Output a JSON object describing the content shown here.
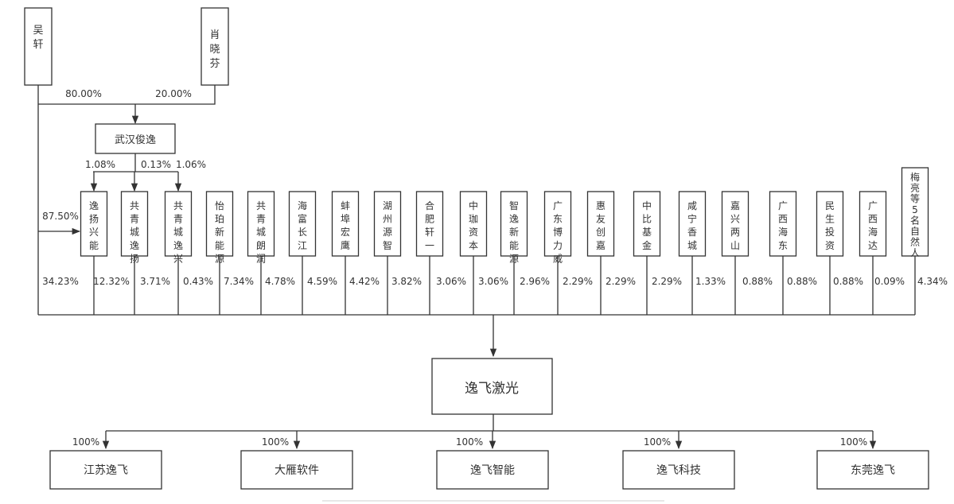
{
  "owners": {
    "wu": {
      "name": [
        "吴",
        "轩"
      ],
      "pct": "80.00%"
    },
    "xiao": {
      "name": [
        "肖",
        "晓",
        "芬"
      ],
      "pct": "20.00%"
    }
  },
  "wuhan": {
    "name": "武汉俊逸",
    "pcts": [
      "1.08%",
      "0.13%",
      "1.06%"
    ]
  },
  "wu_direct": {
    "pct_to_yiyang": "87.50%",
    "pct_to_company": "34.23%"
  },
  "shareholders": [
    {
      "name": [
        "逸",
        "扬",
        "兴",
        "能"
      ],
      "pct": "12.32%"
    },
    {
      "name": [
        "共",
        "青",
        "城",
        "逸",
        "扬"
      ],
      "pct": "3.71%"
    },
    {
      "name": [
        "共",
        "青",
        "城",
        "逸",
        "兴"
      ],
      "pct": "0.43%"
    },
    {
      "name": [
        "怡",
        "珀",
        "新",
        "能",
        "源"
      ],
      "pct": "7.34%"
    },
    {
      "name": [
        "共",
        "青",
        "城",
        "朗",
        "润"
      ],
      "pct": "4.78%"
    },
    {
      "name": [
        "海",
        "富",
        "长",
        "江"
      ],
      "pct": "4.59%"
    },
    {
      "name": [
        "蚌",
        "埠",
        "宏",
        "鹰"
      ],
      "pct": "4.42%"
    },
    {
      "name": [
        "湖",
        "州",
        "源",
        "智"
      ],
      "pct": "3.82%"
    },
    {
      "name": [
        "合",
        "肥",
        "轩",
        "一"
      ],
      "pct": "3.06%"
    },
    {
      "name": [
        "中",
        "珈",
        "资",
        "本"
      ],
      "pct": "3.06%"
    },
    {
      "name": [
        "智",
        "逸",
        "新",
        "能",
        "源"
      ],
      "pct": "2.96%"
    },
    {
      "name": [
        "广",
        "东",
        "博",
        "力",
        "威"
      ],
      "pct": "2.29%"
    },
    {
      "name": [
        "惠",
        "友",
        "创",
        "嘉"
      ],
      "pct": "2.29%"
    },
    {
      "name": [
        "中",
        "比",
        "基",
        "金"
      ],
      "pct": "2.29%"
    },
    {
      "name": [
        "咸",
        "宁",
        "香",
        "城"
      ],
      "pct": "1.33%"
    },
    {
      "name": [
        "嘉",
        "兴",
        "两",
        "山"
      ],
      "pct": "0.88%"
    },
    {
      "name": [
        "广",
        "西",
        "海",
        "东"
      ],
      "pct": "0.88%"
    },
    {
      "name": [
        "民",
        "生",
        "投",
        "资"
      ],
      "pct": "0.88%"
    },
    {
      "name": [
        "广",
        "西",
        "海",
        "达"
      ],
      "pct": "0.09%"
    },
    {
      "name": [
        "梅",
        "亮",
        "等",
        "5",
        "名",
        "自",
        "然",
        "人"
      ],
      "pct": "4.34%"
    }
  ],
  "company": {
    "name": "逸飞激光"
  },
  "subsidiaries": [
    {
      "name": "江苏逸飞",
      "pct": "100%"
    },
    {
      "name": "大雁软件",
      "pct": "100%"
    },
    {
      "name": "逸飞智能",
      "pct": "100%"
    },
    {
      "name": "逸飞科技",
      "pct": "100%"
    },
    {
      "name": "东莞逸飞",
      "pct": "100%"
    }
  ]
}
